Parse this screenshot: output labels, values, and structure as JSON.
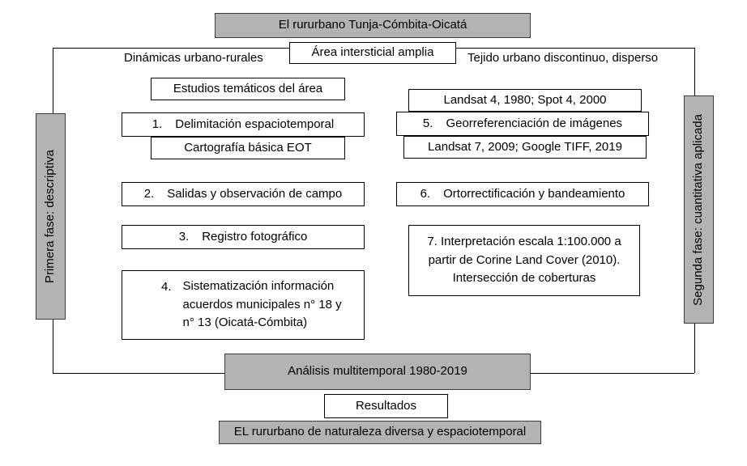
{
  "diagram": {
    "title_box": "El rururbano Tunja-Cómbita-Oicatá",
    "area_box": "Área intersticial amplia",
    "left_annotation": "Dinámicas urbano-rurales",
    "right_annotation": "Tejido urbano discontinuo, disperso",
    "left_phase_bar": "Primera fase: descriptiva",
    "right_phase_bar": "Segunda fase: cuantitativa aplicada",
    "left_column": {
      "input_top": "Estudios temáticos del área",
      "step1": {
        "num": "1.",
        "text": "Delimitación espaciotemporal"
      },
      "input_bottom": "Cartografía básica EOT",
      "step2": {
        "num": "2.",
        "text": "Salidas y observación de campo"
      },
      "step3": {
        "num": "3.",
        "text": "Registro fotográfico"
      },
      "step4": {
        "num": "4.",
        "text": "Sistematización información acuerdos municipales n° 18 y n° 13 (Oicatá-Cómbita)"
      }
    },
    "right_column": {
      "input_top": "Landsat 4, 1980; Spot 4, 2000",
      "step5": {
        "num": "5.",
        "text": "Georreferenciación de imágenes"
      },
      "input_bottom": "Landsat 7, 2009; Google TIFF, 2019",
      "step6": {
        "num": "6.",
        "text": "Ortorrectificación y bandeamiento"
      },
      "step7": "7. Interpretación escala 1:100.000 a partir de Corine Land Cover (2010). Intersección de coberturas"
    },
    "bottom": {
      "analysis_box": "Análisis multitemporal 1980-2019",
      "results_box": "Resultados",
      "final_box": "EL rururbano de naturaleza diversa y espaciotemporal"
    },
    "colors": {
      "box_gray": "#b3b3b3",
      "border": "#000000"
    }
  }
}
